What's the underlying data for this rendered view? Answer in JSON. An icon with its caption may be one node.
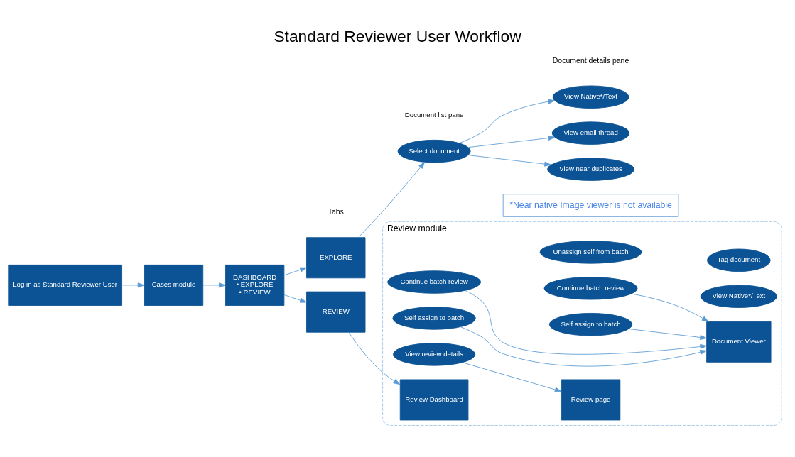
{
  "diagram": {
    "title": "Standard Reviewer User Workflow",
    "nodes": [
      {
        "text": [
          "Log in as Standard Reviewer User"
        ]
      },
      {
        "text": [
          "Cases module"
        ]
      },
      {
        "text": [
          "DASHBOARD",
          "• EXPLORE",
          "• REVIEW"
        ]
      },
      {
        "text": [
          "EXPLORE"
        ]
      },
      {
        "text": [
          "REVIEW"
        ]
      },
      {
        "text": [
          "Select document"
        ],
        "beside": [
          "Document list pane"
        ]
      },
      {
        "text": [
          "View Native*/Text"
        ]
      },
      {
        "text": [
          "View email thread"
        ]
      },
      {
        "text": [
          "View near duplicates"
        ]
      },
      {
        "text": [
          "*Near native Image viewer is not available"
        ]
      },
      {
        "text": [
          "Review module"
        ]
      },
      {
        "text": [
          "Review Dashboard"
        ],
        "in": 10
      },
      {
        "text": [
          "View review details"
        ],
        "in": 10
      },
      {
        "text": [
          "Self assign to batch"
        ],
        "in": 10
      },
      {
        "text": [
          "Continue batch review"
        ],
        "in": 10
      },
      {
        "text": [
          "Review page"
        ],
        "in": 10
      },
      {
        "text": [
          "Self assign to batch"
        ],
        "in": 10
      },
      {
        "text": [
          "Continue batch review"
        ],
        "in": 10
      },
      {
        "text": [
          "Unassign self from batch"
        ],
        "in": 10
      },
      {
        "text": [
          "Document Viewer"
        ],
        "in": 10
      },
      {
        "text": [
          "View Native*/Text"
        ],
        "in": 10
      },
      {
        "text": [
          "Tag document"
        ],
        "in": 10
      }
    ],
    "edges": [
      {
        "from": 0,
        "to": 1,
        "arrow": "to"
      },
      {
        "from": 1,
        "to": 2,
        "arrow": "to"
      },
      {
        "from": 2,
        "to": 3,
        "arrow": "to"
      },
      {
        "from": 2,
        "to": 4,
        "arrow": "to"
      },
      {
        "from": 3,
        "to": 5,
        "arrow": "to"
      },
      {
        "from": 5,
        "to": 6,
        "arrow": "to"
      },
      {
        "from": 5,
        "to": 7,
        "arrow": "to"
      },
      {
        "from": 5,
        "to": 8,
        "arrow": "to"
      },
      {
        "from": 4,
        "to": 11,
        "arrow": "to"
      },
      {
        "from": 12,
        "to": 15,
        "arrow": "to"
      },
      {
        "from": 16,
        "to": 19,
        "arrow": "to"
      },
      {
        "from": 17,
        "to": 19,
        "arrow": "to"
      },
      {
        "from": 13,
        "to": 19,
        "arrow": "to"
      },
      {
        "from": 14,
        "to": 19,
        "arrow": "to"
      }
    ],
    "labels": [
      "Tabs",
      "Document details pane"
    ]
  }
}
